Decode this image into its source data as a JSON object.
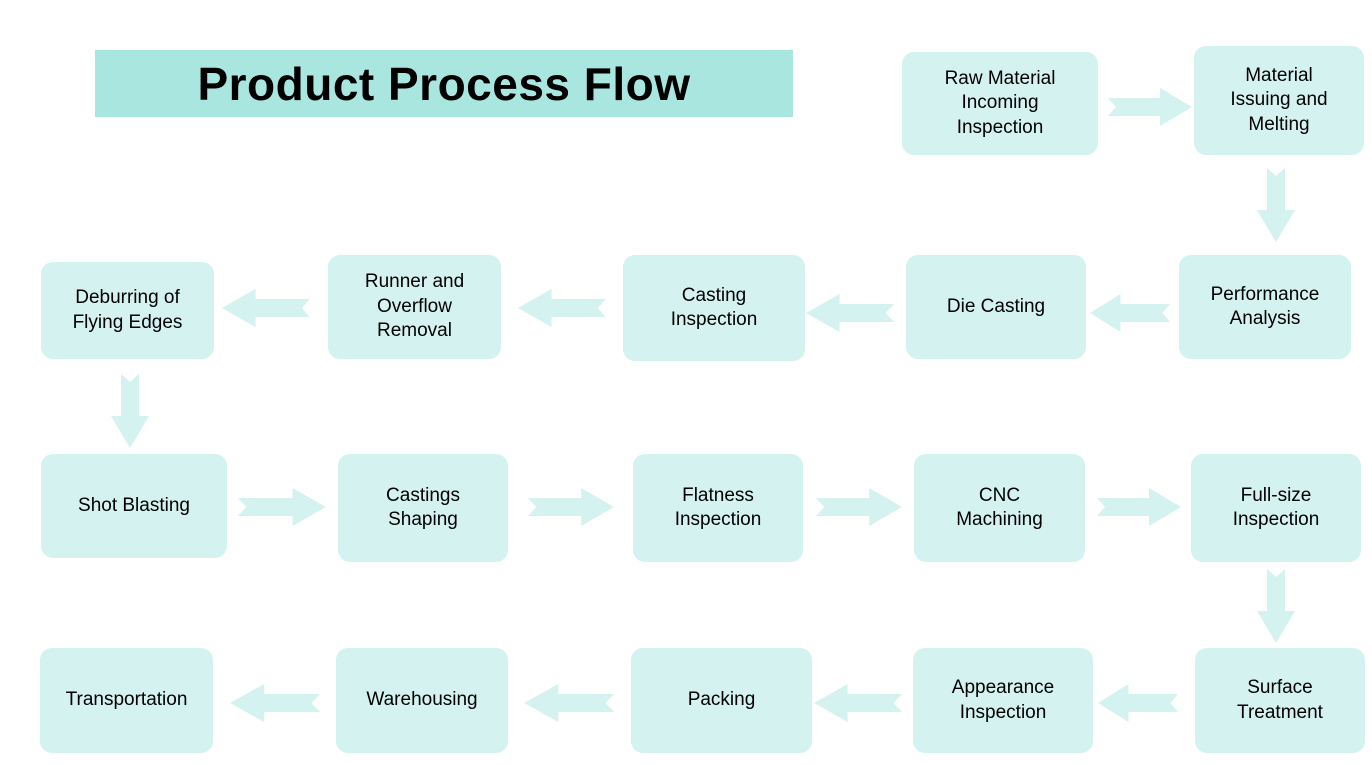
{
  "title": "Product Process Flow",
  "colors": {
    "banner": "#a8e6df",
    "box": "#d4f2ef",
    "arrow": "#d4f2ef"
  },
  "steps": [
    "Raw Material\nIncoming\nInspection",
    "Material\nIssuing and\nMelting",
    "Performance\nAnalysis",
    "Die Casting",
    "Casting\nInspection",
    "Runner and\nOverflow\nRemoval",
    "Deburring of\nFlying Edges",
    "Shot Blasting",
    "Castings\nShaping",
    "Flatness\nInspection",
    "CNC\nMachining",
    "Full-size\nInspection",
    "Surface\nTreatment",
    "Appearance\nInspection",
    "Packing",
    "Warehousing",
    "Transportation"
  ]
}
